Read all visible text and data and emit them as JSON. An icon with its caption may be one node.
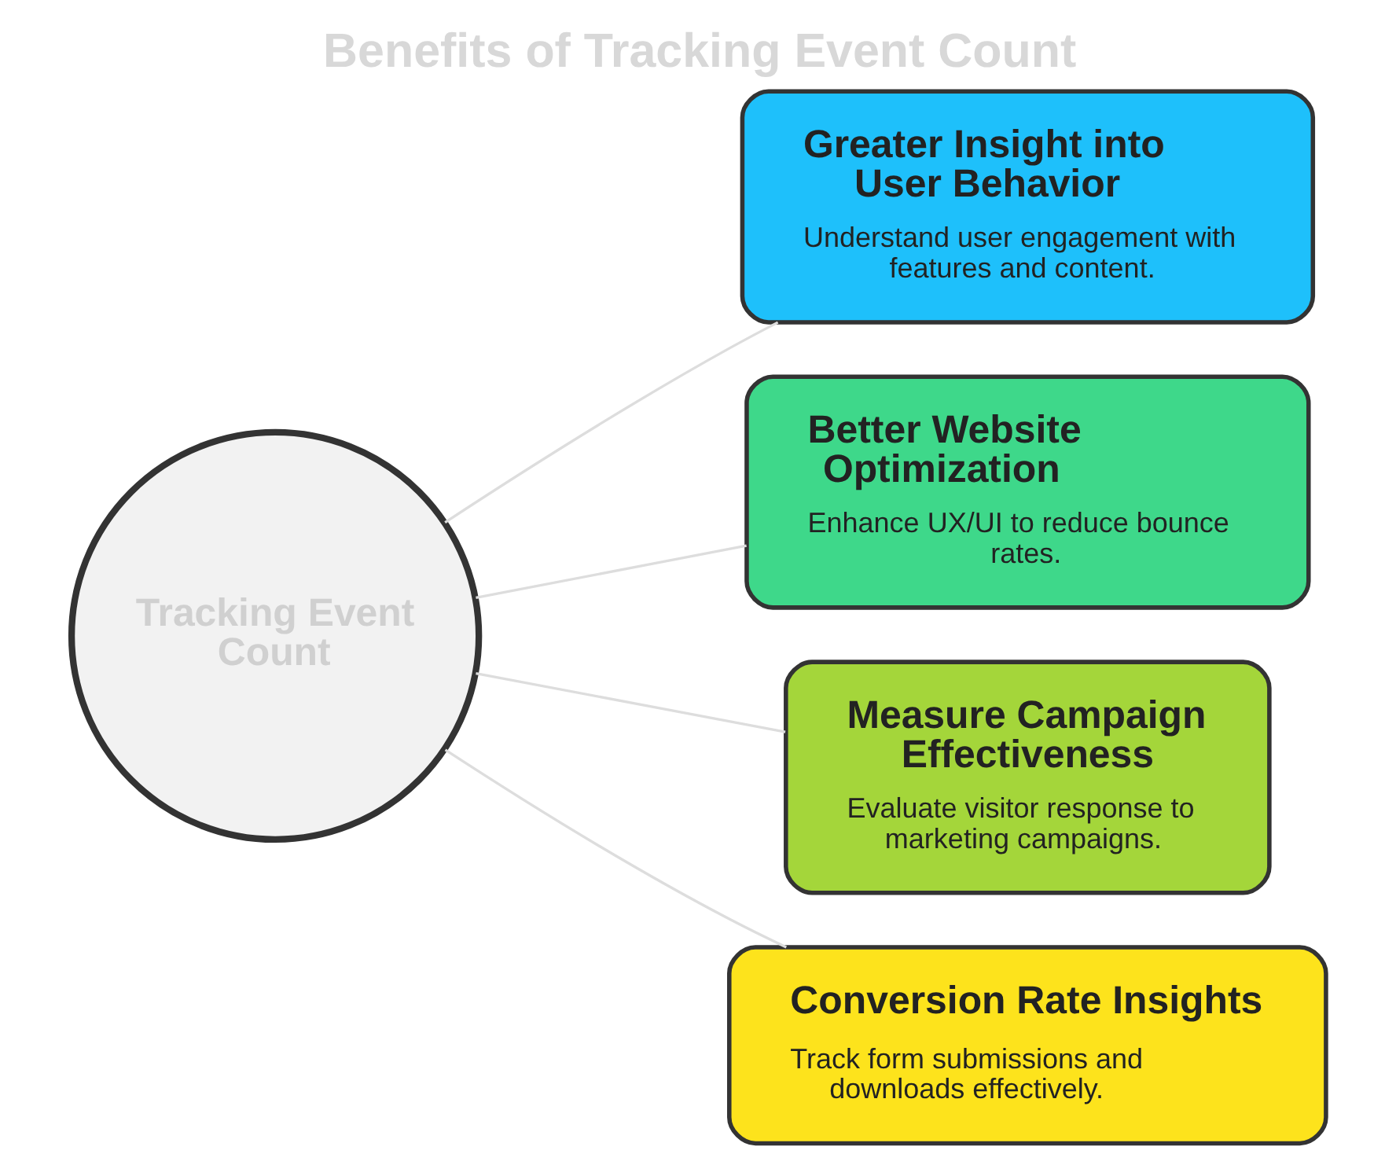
{
  "diagram": {
    "title": "Benefits of Tracking Event Count",
    "nodes": [
      {
        "text": [
          "Tracking Event Count"
        ]
      },
      {
        "text": [
          "Greater Insight into User Behavior",
          "Understand user engagement with features and content."
        ]
      },
      {
        "text": [
          "Better Website Optimization",
          "Enhance UX/UI to reduce bounce rates."
        ]
      },
      {
        "text": [
          "Measure Campaign Effectiveness",
          "Evaluate visitor response to marketing campaigns."
        ]
      },
      {
        "text": [
          "Conversion Rate Insights",
          "Track form submissions and downloads effectively."
        ]
      }
    ],
    "edges": [
      {
        "from": 0,
        "to": 1,
        "arrow": "none"
      },
      {
        "from": 0,
        "to": 2,
        "arrow": "none"
      },
      {
        "from": 0,
        "to": 3,
        "arrow": "none"
      },
      {
        "from": 0,
        "to": 4,
        "arrow": "none"
      }
    ]
  }
}
